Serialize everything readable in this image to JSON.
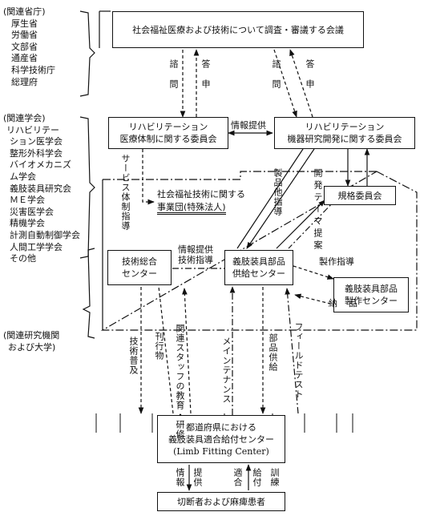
{
  "groups": {
    "ministries": {
      "heading": "(関連省庁)",
      "items": [
        "厚生省",
        "労働省",
        "文部省",
        "通産省",
        "科学技術庁",
        "総理府"
      ]
    },
    "societies": {
      "heading": "(関連学会)",
      "items": [
        "リハビリテー",
        "ション医学会",
        "整形外科学会",
        "バイオメカニズ",
        "ム学会",
        "義肢装具研究会",
        "ＭＥ学会",
        "災害医学会",
        "精機学会",
        "計測自動制御学会",
        "人間工学学会",
        "その他"
      ]
    },
    "institutes": {
      "lines": [
        "(関連研究機関",
        "および大学)"
      ]
    }
  },
  "boxes": {
    "council": "社会福祉医療および技術について調査・審議する会議",
    "rehab_medical": [
      "リハビリテーション",
      "医療体制に関する委員会"
    ],
    "rehab_device": [
      "リハビリテーション",
      "機器研究開発に関する委員会"
    ],
    "standards": "規格委員会",
    "tech_center": [
      "技術総合",
      "センター"
    ],
    "supply_center": [
      "義肢装具部品",
      "供給センター"
    ],
    "manufacture_center": [
      "義肢装具部品",
      "製作センター"
    ],
    "fitting_center": [
      "都道府県における",
      "義肢装具適合給付センター",
      "(Limb Fitting Center)"
    ],
    "patients": "切断者および麻痺患者"
  },
  "corporation": [
    "社会福祉技術に関する",
    "事業団(特殊法人)"
  ],
  "edge_labels": {
    "consult_left": "諮問",
    "reply_left": "答申",
    "consult_right": "諮問",
    "reply_right": "答申",
    "info_provide_top": "情報提供",
    "service_guidance": "サービス体制指導",
    "product_guidance": "製品他指導",
    "dev_theme_proposal": "開発テーマ提案",
    "info_tech_guidance": [
      "情報提供",
      "技術指導"
    ],
    "production_guidance": "製作指導",
    "delivery": "納品",
    "tech_spread": "技術普及",
    "publications": "刊行物",
    "staff_education": "関連スタッフの教育・研修",
    "maintenance": "メインテナンス",
    "parts_supply": "部品供給",
    "field_test": "フィールドテスト",
    "bottom_info": "情報",
    "bottom_provide": "提供",
    "bottom_fit": "適合",
    "bottom_give": "給付",
    "bottom_train": "訓練"
  }
}
